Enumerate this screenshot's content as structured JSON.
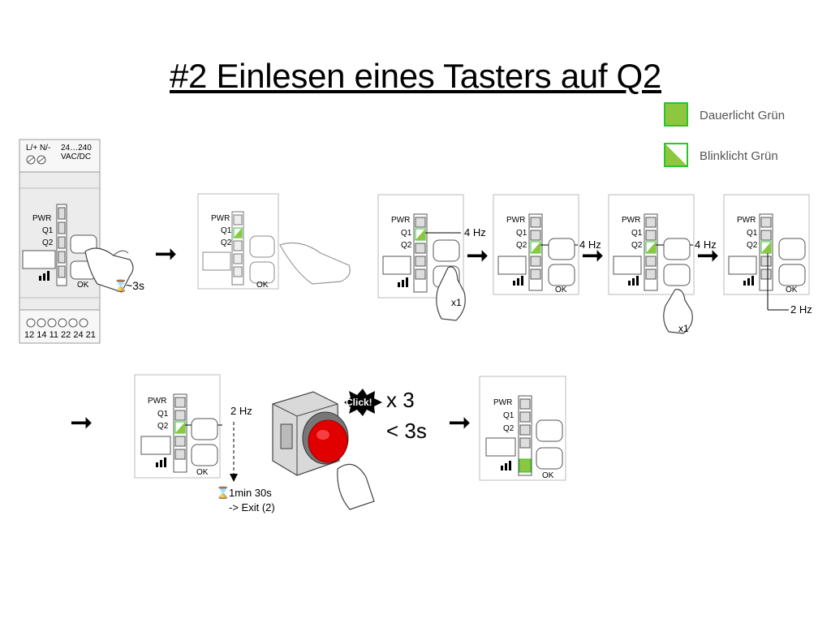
{
  "title": "#2 Einlesen eines Tasters auf Q2",
  "legend": [
    {
      "label": "Dauerlicht Grün",
      "style": "solid",
      "color": "#8dc63f"
    },
    {
      "label": "Blinklicht Grün",
      "style": "diagonal",
      "color": "#8dc63f"
    }
  ],
  "colors": {
    "led_green": "#8dc63f",
    "outline_green": "#29c629",
    "button_red": "#e10000",
    "panel_bg": "#ececec"
  },
  "device": {
    "terminals_top_1": "L/+ N/-",
    "terminals_top_2": "24…240",
    "terminals_top_3": "VAC/DC",
    "terminals_bottom": "12 14 11 22 24 21",
    "pwr": "PWR",
    "q1": "Q1",
    "q2": "Q2",
    "ok": "OK"
  },
  "steps": {
    "step1_hold": "~3s",
    "freq_4hz": "4 Hz",
    "freq_2hz": "2 Hz",
    "press_count": "x1",
    "timeout_1": "1min 30s",
    "timeout_2": "-> Exit (2)",
    "click_badge": "Click!",
    "click_count": "x 3",
    "click_time": "< 3s"
  }
}
